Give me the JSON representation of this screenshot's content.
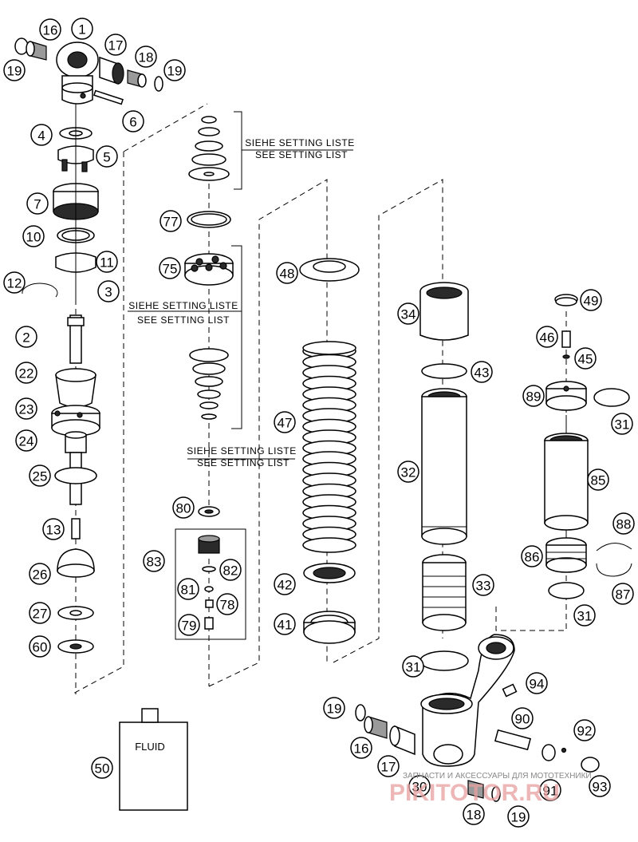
{
  "setting_note": {
    "line1": "SIEHE SETTING LISTE",
    "line2": "SEE SETTING LIST"
  },
  "fluid_label": "FLUID",
  "part_numbers": [
    "1",
    "2",
    "3",
    "4",
    "5",
    "6",
    "7",
    "10",
    "11",
    "12",
    "13",
    "16",
    "17",
    "18",
    "19",
    "22",
    "23",
    "24",
    "25",
    "26",
    "27",
    "30",
    "31",
    "32",
    "33",
    "34",
    "41",
    "42",
    "43",
    "45",
    "46",
    "47",
    "48",
    "49",
    "50",
    "60",
    "75",
    "77",
    "78",
    "79",
    "80",
    "81",
    "82",
    "83",
    "85",
    "86",
    "87",
    "88",
    "89",
    "90",
    "91",
    "92",
    "93",
    "94"
  ],
  "watermark": {
    "small": "ЗАПЧАСТИ И АКСЕССУАРЫ ДЛЯ МОТОТЕХНИКИ",
    "big": "PIKITOTOR.RU"
  },
  "colors": {
    "line": "#000000",
    "background": "#ffffff",
    "watermark": "#e9a0a0"
  }
}
